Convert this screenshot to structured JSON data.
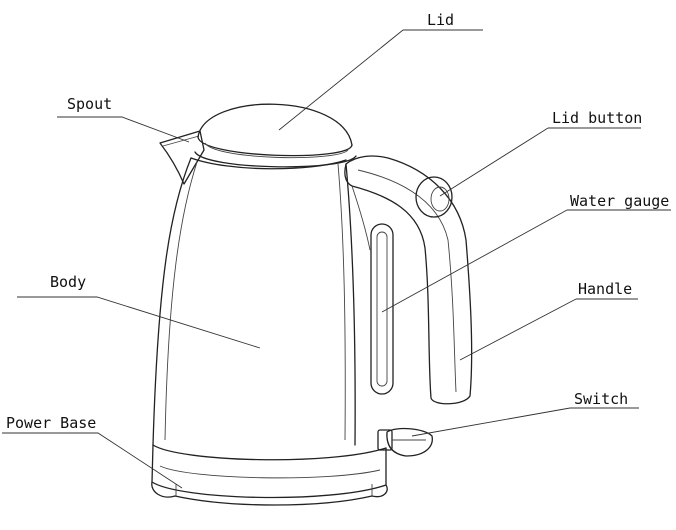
{
  "labels": {
    "lid": "Lid",
    "spout": "Spout",
    "lid_button": "Lid button",
    "water_gauge": "Water gauge",
    "body": "Body",
    "handle": "Handle",
    "switch": "Switch",
    "power_base": "Power Base"
  }
}
